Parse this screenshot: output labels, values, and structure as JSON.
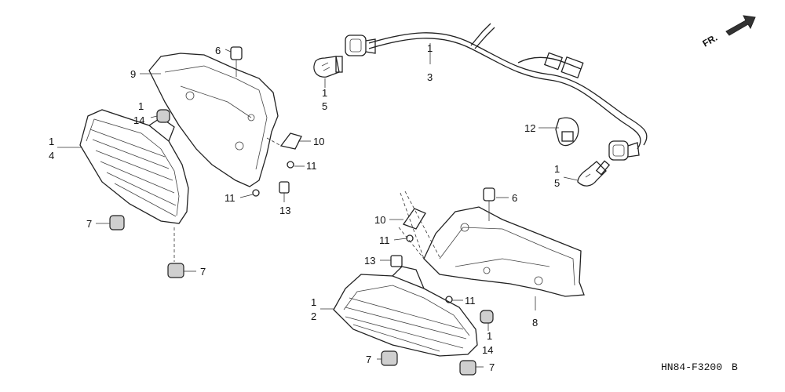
{
  "figure_code": "HN84-F3200",
  "figure_suffix": "B",
  "front_indicator": "FR.",
  "callouts": {
    "c9": "9",
    "c6_top": "6",
    "c1_top14": "1",
    "c14_top": "14",
    "c1_left": "1",
    "c4": "4",
    "c7_left": "7",
    "c7_left_lower": "7",
    "c11_left_a": "11",
    "c11_left_b": "11",
    "c10_left": "10",
    "c13_left": "13",
    "c1_wire": "1",
    "c3": "3",
    "c1_bulb_top": "1",
    "c5_top": "5",
    "c12": "12",
    "c1_bulb_right": "1",
    "c5_right": "5",
    "c6_right": "6",
    "c10_right": "10",
    "c11_right_a": "11",
    "c13_right": "13",
    "c11_right_b": "11",
    "c1_right_lamp": "1",
    "c2": "2",
    "c8": "8",
    "c1_right14": "1",
    "c14_right": "14",
    "c7_right_a": "7",
    "c7_right_b": "7"
  }
}
